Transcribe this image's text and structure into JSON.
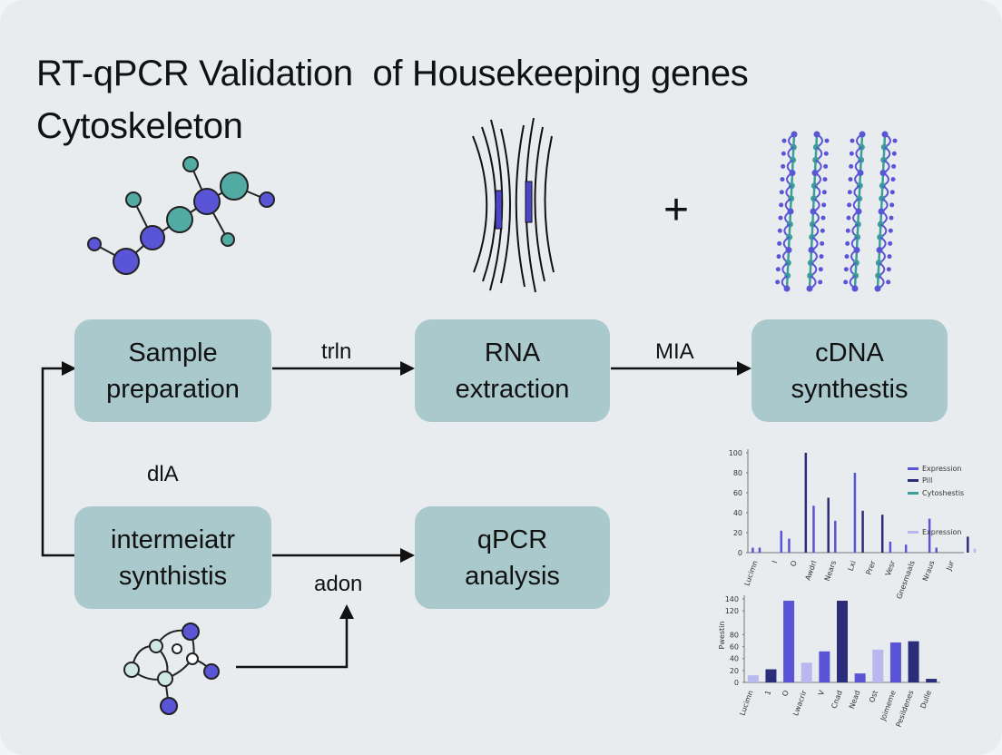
{
  "title": {
    "line1": "RT-qPCR Validation  of Housekeeping genes",
    "line2": "Cytoskeleton"
  },
  "steps": {
    "sample": "Sample\npreparation",
    "rna": "RNA\nextraction",
    "cdna": "cDNA\nsynthestis",
    "intermediate": "intermeiatr\nsynthistis",
    "qpcr": "qPCR\nanalysis"
  },
  "edge_labels": {
    "sample_rna": "trln",
    "rna_cdna": "MIA",
    "loop": "dlA",
    "to_qpcr": "adon"
  },
  "plus": "+",
  "colors": {
    "box": "#a9c9cd",
    "purple": "#5a54d6",
    "teal": "#3b9f97",
    "navy": "#2b2c7a",
    "light": "#b9b8ee"
  },
  "chart_data": [
    {
      "type": "bar",
      "ylim": [
        0,
        100
      ],
      "yticks": [
        0,
        20,
        40,
        60,
        80,
        100
      ],
      "xticklabels": [
        "Lucimn",
        "I",
        "O",
        "Awdrl",
        "Nears",
        "Lxi",
        "Prer",
        "Vesr",
        "Gnesmaals",
        "Nraus",
        "Jur"
      ],
      "legend": [
        "Expression",
        "Pill",
        "Cytoshestis",
        "Expression"
      ],
      "legend_colors": [
        "#5a54d6",
        "#2b2c7a",
        "#3b9f97",
        "#b9b8ee"
      ],
      "bars": [
        {
          "x": 0.25,
          "v": 5,
          "c": "#5a54d6"
        },
        {
          "x": 0.6,
          "v": 5,
          "c": "#5a54d6"
        },
        {
          "x": 1.7,
          "v": 22,
          "c": "#5a54d6"
        },
        {
          "x": 2.1,
          "v": 14,
          "c": "#5a54d6"
        },
        {
          "x": 2.95,
          "v": 100,
          "c": "#2b2c7a"
        },
        {
          "x": 3.35,
          "v": 47,
          "c": "#5a54d6"
        },
        {
          "x": 4.1,
          "v": 55,
          "c": "#2b2c7a"
        },
        {
          "x": 4.45,
          "v": 32,
          "c": "#5a54d6"
        },
        {
          "x": 5.45,
          "v": 80,
          "c": "#5a54d6"
        },
        {
          "x": 5.85,
          "v": 42,
          "c": "#2b2c7a"
        },
        {
          "x": 6.85,
          "v": 38,
          "c": "#2b2c7a"
        },
        {
          "x": 7.25,
          "v": 11,
          "c": "#5a54d6"
        },
        {
          "x": 8.05,
          "v": 8,
          "c": "#5a54d6"
        },
        {
          "x": 9.25,
          "v": 34,
          "c": "#5a54d6"
        },
        {
          "x": 9.6,
          "v": 5,
          "c": "#5a54d6"
        },
        {
          "x": 11.2,
          "v": 16,
          "c": "#2b2c7a"
        },
        {
          "x": 11.55,
          "v": 4,
          "c": "#b9b8ee"
        }
      ]
    },
    {
      "type": "bar",
      "ylim": [
        0,
        140
      ],
      "yticks": [
        0,
        20,
        40,
        60,
        80,
        120,
        140
      ],
      "ylabel": "Pwestin",
      "xticklabels": [
        "Lucimn",
        "1",
        "O",
        "Lwacrir",
        "V",
        "Cnad",
        "Nead",
        "Ost",
        "Joimeme",
        "Pesildenes",
        "Dulle"
      ],
      "bars": [
        {
          "x": 0.5,
          "v": 12,
          "c": "#b9b8ee"
        },
        {
          "x": 1.5,
          "v": 22,
          "c": "#2b2c7a"
        },
        {
          "x": 2.5,
          "v": 137,
          "c": "#5a54d6"
        },
        {
          "x": 3.5,
          "v": 33,
          "c": "#b9b8ee"
        },
        {
          "x": 4.5,
          "v": 52,
          "c": "#5a54d6"
        },
        {
          "x": 5.5,
          "v": 137,
          "c": "#2b2c7a"
        },
        {
          "x": 6.5,
          "v": 15,
          "c": "#5a54d6"
        },
        {
          "x": 7.5,
          "v": 55,
          "c": "#b9b8ee"
        },
        {
          "x": 8.5,
          "v": 67,
          "c": "#5a54d6"
        },
        {
          "x": 9.5,
          "v": 69,
          "c": "#2b2c7a"
        },
        {
          "x": 10.5,
          "v": 6,
          "c": "#2b2c7a"
        }
      ]
    }
  ]
}
